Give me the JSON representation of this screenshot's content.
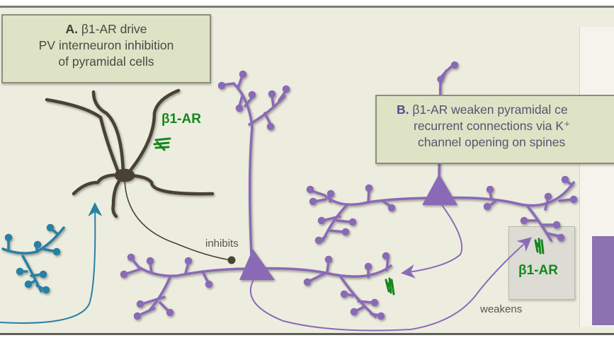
{
  "labels": {
    "box_a": {
      "prefix": "A.",
      "line1": " β1-AR drive",
      "line2": "PV interneuron inhibition",
      "line3": "of pyramidal cells"
    },
    "box_b": {
      "prefix": "B.",
      "line1": " β1-AR weaken pyramidal ce",
      "line2": "recurrent connections via K⁺",
      "line3": "channel opening on spines"
    },
    "receptor_interneuron": "β1-AR",
    "receptor_spine": "β1-AR",
    "inhibits": "inhibits",
    "weakens": "weakens"
  },
  "colors": {
    "background": "#ecedde",
    "pyramidal": "#8a6bb6",
    "interneuron": "#4a4232",
    "input_axon": "#2a7fa4",
    "receptor": "#17861f",
    "label_box": "#dfe3c6"
  },
  "cells": [
    {
      "name": "PV interneuron",
      "color_key": "interneuron"
    },
    {
      "name": "pyramidal cell 1",
      "color_key": "pyramidal"
    },
    {
      "name": "pyramidal cell 2",
      "color_key": "pyramidal"
    },
    {
      "name": "input neuron dendrite",
      "color_key": "input_axon"
    }
  ]
}
